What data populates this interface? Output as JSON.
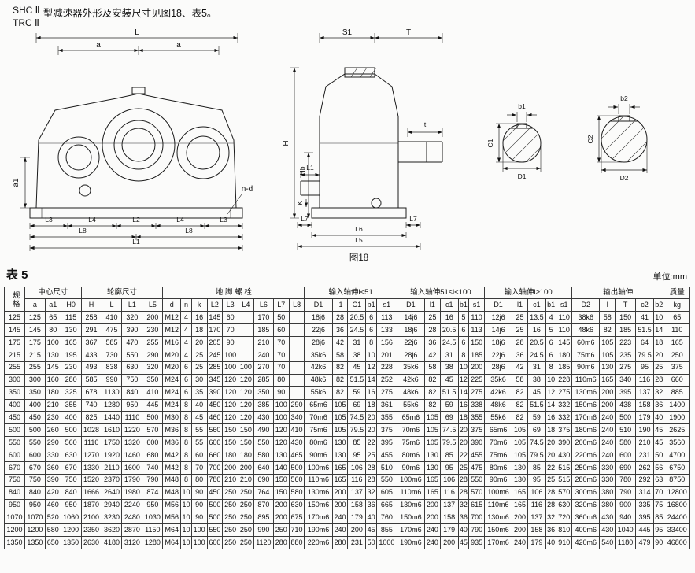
{
  "page": {
    "model_line1": "SHC Ⅱ",
    "model_line2": "TRC Ⅱ",
    "intro": "型减速器外形及安装尺寸见图18、表5。",
    "figure_caption": "图18",
    "table_title": "表 5",
    "unit_note": "单位:mm"
  },
  "drawing": {
    "labels": {
      "L": "L",
      "a": "a",
      "a1": "a1",
      "nd": "n-d",
      "L1": "L1",
      "L2": "L2",
      "L3": "L3",
      "L4": "L4",
      "L8": "L8",
      "S1": "S1",
      "T": "T",
      "t": "t",
      "H": "H",
      "Hb": "Hb",
      "K": "K",
      "L5": "L5",
      "L6": "L6",
      "L7": "L7",
      "b1": "b1",
      "C1": "C1",
      "D1": "D1",
      "b2": "b2",
      "C2": "C2",
      "D2": "D2"
    }
  },
  "table": {
    "groups": [
      "规格",
      "中心尺寸",
      "轮廓尺寸",
      "地 脚 螺 栓",
      "输入轴伸i<51",
      "输入轴伸51≤i<100",
      "输入轴伸i≥100",
      "输出轴伸",
      "质量"
    ],
    "cols": [
      "a",
      "a1",
      "H0",
      "H",
      "L",
      "L1",
      "L5",
      "d",
      "n",
      "k",
      "L2",
      "L3",
      "L4",
      "L6",
      "L7",
      "L8",
      "D1",
      "l1",
      "C1",
      "b1",
      "s1",
      "D1",
      "l1",
      "c1",
      "b1",
      "s1",
      "D1",
      "l1",
      "c1",
      "b1",
      "s1",
      "D2",
      "l",
      "T",
      "c2",
      "b2",
      "kg"
    ],
    "rows": [
      [
        "125",
        "125",
        "65",
        "115",
        "258",
        "410",
        "320",
        "200",
        "M12",
        "4",
        "16",
        "145",
        "60",
        "",
        "170",
        "50",
        "",
        "18j6",
        "28",
        "20.5",
        "6",
        "113",
        "14j6",
        "25",
        "16",
        "5",
        "110",
        "12j6",
        "25",
        "13.5",
        "4",
        "110",
        "38k6",
        "58",
        "150",
        "41",
        "10",
        "65"
      ],
      [
        "145",
        "145",
        "80",
        "130",
        "291",
        "475",
        "390",
        "230",
        "M12",
        "4",
        "18",
        "170",
        "70",
        "",
        "185",
        "60",
        "",
        "22j6",
        "36",
        "24.5",
        "6",
        "133",
        "18j6",
        "28",
        "20.5",
        "6",
        "113",
        "14j6",
        "25",
        "16",
        "5",
        "110",
        "48k6",
        "82",
        "185",
        "51.5",
        "14",
        "110"
      ],
      [
        "175",
        "175",
        "100",
        "165",
        "367",
        "585",
        "470",
        "255",
        "M16",
        "4",
        "20",
        "205",
        "90",
        "",
        "210",
        "70",
        "",
        "28j6",
        "42",
        "31",
        "8",
        "156",
        "22j6",
        "36",
        "24.5",
        "6",
        "150",
        "18j6",
        "28",
        "20.5",
        "6",
        "145",
        "60m6",
        "105",
        "223",
        "64",
        "18",
        "165"
      ],
      [
        "215",
        "215",
        "130",
        "195",
        "433",
        "730",
        "550",
        "290",
        "M20",
        "4",
        "25",
        "245",
        "100",
        "",
        "240",
        "70",
        "",
        "35k6",
        "58",
        "38",
        "10",
        "201",
        "28j6",
        "42",
        "31",
        "8",
        "185",
        "22j6",
        "36",
        "24.5",
        "6",
        "180",
        "75m6",
        "105",
        "235",
        "79.5",
        "20",
        "250"
      ],
      [
        "255",
        "255",
        "145",
        "230",
        "493",
        "838",
        "630",
        "320",
        "M20",
        "6",
        "25",
        "285",
        "100",
        "100",
        "270",
        "70",
        "",
        "42k6",
        "82",
        "45",
        "12",
        "228",
        "35k6",
        "58",
        "38",
        "10",
        "200",
        "28j6",
        "42",
        "31",
        "8",
        "185",
        "90m6",
        "130",
        "275",
        "95",
        "25",
        "375"
      ],
      [
        "300",
        "300",
        "160",
        "280",
        "585",
        "990",
        "750",
        "350",
        "M24",
        "6",
        "30",
        "345",
        "120",
        "120",
        "285",
        "80",
        "",
        "48k6",
        "82",
        "51.5",
        "14",
        "252",
        "42k6",
        "82",
        "45",
        "12",
        "225",
        "35k6",
        "58",
        "38",
        "10",
        "228",
        "110m6",
        "165",
        "340",
        "116",
        "28",
        "660"
      ],
      [
        "350",
        "350",
        "180",
        "325",
        "678",
        "1130",
        "840",
        "410",
        "M24",
        "6",
        "35",
        "390",
        "120",
        "120",
        "350",
        "90",
        "",
        "55k6",
        "82",
        "59",
        "16",
        "275",
        "48k6",
        "82",
        "51.5",
        "14",
        "275",
        "42k6",
        "82",
        "45",
        "12",
        "275",
        "130m6",
        "200",
        "395",
        "137",
        "32",
        "885"
      ],
      [
        "400",
        "400",
        "210",
        "355",
        "740",
        "1280",
        "950",
        "445",
        "M24",
        "8",
        "40",
        "450",
        "120",
        "120",
        "385",
        "100",
        "290",
        "65m6",
        "105",
        "69",
        "18",
        "361",
        "55k6",
        "82",
        "59",
        "16",
        "338",
        "48k6",
        "82",
        "51.5",
        "14",
        "332",
        "150m6",
        "200",
        "438",
        "158",
        "36",
        "1400"
      ],
      [
        "450",
        "450",
        "230",
        "400",
        "825",
        "1440",
        "1110",
        "500",
        "M30",
        "8",
        "45",
        "460",
        "120",
        "120",
        "430",
        "100",
        "340",
        "70m6",
        "105",
        "74.5",
        "20",
        "355",
        "65m6",
        "105",
        "69",
        "18",
        "355",
        "55k6",
        "82",
        "59",
        "16",
        "332",
        "170m6",
        "240",
        "500",
        "179",
        "40",
        "1900"
      ],
      [
        "500",
        "500",
        "260",
        "500",
        "1028",
        "1610",
        "1220",
        "570",
        "M36",
        "8",
        "55",
        "560",
        "150",
        "150",
        "490",
        "120",
        "410",
        "75m6",
        "105",
        "79.5",
        "20",
        "375",
        "70m6",
        "105",
        "74.5",
        "20",
        "375",
        "65m6",
        "105",
        "69",
        "18",
        "375",
        "180m6",
        "240",
        "510",
        "190",
        "45",
        "2625"
      ],
      [
        "550",
        "550",
        "290",
        "560",
        "1110",
        "1750",
        "1320",
        "600",
        "M36",
        "8",
        "55",
        "600",
        "150",
        "150",
        "550",
        "120",
        "430",
        "80m6",
        "130",
        "85",
        "22",
        "395",
        "75m6",
        "105",
        "79.5",
        "20",
        "390",
        "70m6",
        "105",
        "74.5",
        "20",
        "390",
        "200m6",
        "240",
        "580",
        "210",
        "45",
        "3560"
      ],
      [
        "600",
        "600",
        "330",
        "630",
        "1270",
        "1920",
        "1460",
        "680",
        "M42",
        "8",
        "60",
        "660",
        "180",
        "180",
        "580",
        "130",
        "465",
        "90m6",
        "130",
        "95",
        "25",
        "455",
        "80m6",
        "130",
        "85",
        "22",
        "455",
        "75m6",
        "105",
        "79.5",
        "20",
        "430",
        "220m6",
        "240",
        "600",
        "231",
        "50",
        "4700"
      ],
      [
        "670",
        "670",
        "360",
        "670",
        "1330",
        "2110",
        "1600",
        "740",
        "M42",
        "8",
        "70",
        "700",
        "200",
        "200",
        "640",
        "140",
        "500",
        "100m6",
        "165",
        "106",
        "28",
        "510",
        "90m6",
        "130",
        "95",
        "25",
        "475",
        "80m6",
        "130",
        "85",
        "22",
        "515",
        "250m6",
        "330",
        "690",
        "262",
        "56",
        "6750"
      ],
      [
        "750",
        "750",
        "390",
        "750",
        "1520",
        "2370",
        "1790",
        "790",
        "M48",
        "8",
        "80",
        "780",
        "210",
        "210",
        "690",
        "150",
        "560",
        "110m6",
        "165",
        "116",
        "28",
        "550",
        "100m6",
        "165",
        "106",
        "28",
        "550",
        "90m6",
        "130",
        "95",
        "25",
        "515",
        "280m6",
        "330",
        "780",
        "292",
        "63",
        "8750"
      ],
      [
        "840",
        "840",
        "420",
        "840",
        "1666",
        "2640",
        "1980",
        "874",
        "M48",
        "10",
        "90",
        "450",
        "250",
        "250",
        "764",
        "150",
        "580",
        "130m6",
        "200",
        "137",
        "32",
        "605",
        "110m6",
        "165",
        "116",
        "28",
        "570",
        "100m6",
        "165",
        "106",
        "28",
        "570",
        "300m6",
        "380",
        "790",
        "314",
        "70",
        "12800"
      ],
      [
        "950",
        "950",
        "460",
        "950",
        "1870",
        "2940",
        "2240",
        "950",
        "M56",
        "10",
        "90",
        "500",
        "250",
        "250",
        "870",
        "200",
        "630",
        "150m6",
        "200",
        "158",
        "36",
        "665",
        "130m6",
        "200",
        "137",
        "32",
        "615",
        "110m6",
        "165",
        "116",
        "28",
        "630",
        "320m6",
        "380",
        "900",
        "335",
        "75",
        "16800"
      ],
      [
        "1070",
        "1070",
        "520",
        "1060",
        "2100",
        "3230",
        "2480",
        "1030",
        "M56",
        "10",
        "90",
        "500",
        "250",
        "250",
        "895",
        "200",
        "675",
        "170m6",
        "240",
        "179",
        "40",
        "760",
        "150m6",
        "200",
        "158",
        "36",
        "700",
        "130m6",
        "200",
        "137",
        "32",
        "720",
        "360m6",
        "430",
        "940",
        "395",
        "85",
        "24400"
      ],
      [
        "1200",
        "1200",
        "580",
        "1200",
        "2350",
        "3620",
        "2870",
        "1150",
        "M64",
        "10",
        "100",
        "550",
        "250",
        "250",
        "990",
        "250",
        "710",
        "190m6",
        "240",
        "200",
        "45",
        "855",
        "170m6",
        "240",
        "179",
        "40",
        "790",
        "150m6",
        "200",
        "158",
        "36",
        "810",
        "400m6",
        "430",
        "1040",
        "445",
        "95",
        "33400"
      ],
      [
        "1350",
        "1350",
        "650",
        "1350",
        "2630",
        "4180",
        "3120",
        "1280",
        "M64",
        "10",
        "100",
        "600",
        "250",
        "250",
        "1120",
        "280",
        "880",
        "220m6",
        "280",
        "231",
        "50",
        "1000",
        "190m6",
        "240",
        "200",
        "45",
        "935",
        "170m6",
        "240",
        "179",
        "40",
        "910",
        "420m6",
        "540",
        "1180",
        "479",
        "90",
        "46800"
      ]
    ]
  }
}
